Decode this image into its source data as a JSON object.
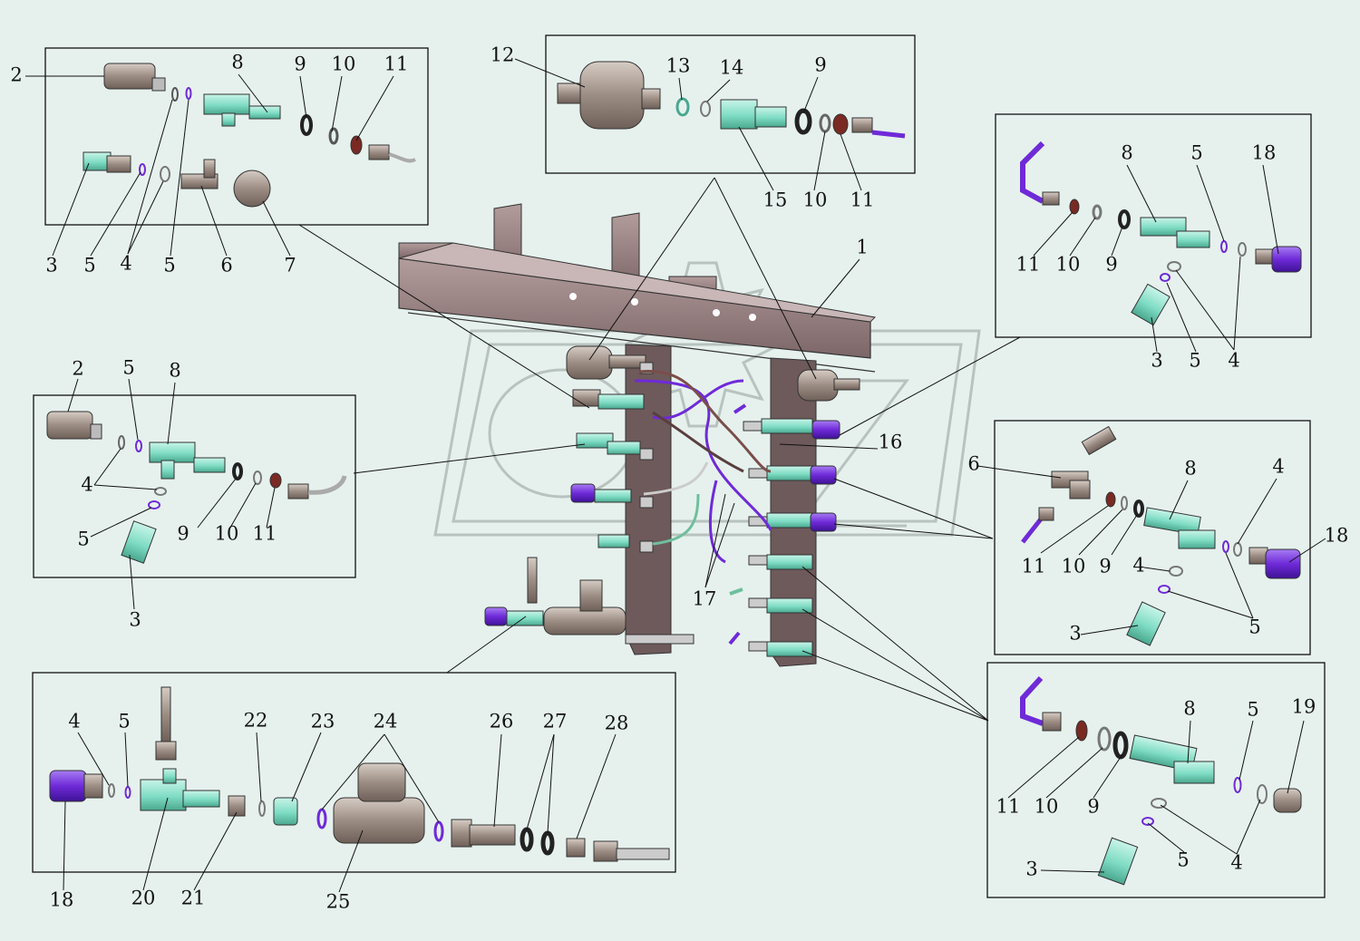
{
  "colors": {
    "background": "#e6f1ee",
    "frame": "#8e7778",
    "fitting": "#7fdcc4",
    "cap": "#6f2ad8",
    "metal": "#9c8d84",
    "ring": "#7a2a23"
  },
  "callouts": {
    "topleft": [
      "2",
      "8",
      "9",
      "10",
      "11",
      "3",
      "5",
      "4",
      "5",
      "6",
      "7"
    ],
    "topcenter": [
      "12",
      "13",
      "14",
      "9",
      "15",
      "10",
      "11"
    ],
    "right1": [
      "8",
      "5",
      "18",
      "11",
      "10",
      "9",
      "3",
      "5",
      "4"
    ],
    "center": [
      "1",
      "16",
      "17"
    ],
    "midleft": [
      "2",
      "5",
      "8",
      "4",
      "5",
      "9",
      "10",
      "11",
      "3"
    ],
    "right2": [
      "6",
      "8",
      "4",
      "18",
      "11",
      "10",
      "9",
      "4",
      "3",
      "5"
    ],
    "bottomleft": [
      "4",
      "5",
      "22",
      "23",
      "24",
      "26",
      "27",
      "28",
      "18",
      "20",
      "21",
      "25"
    ],
    "right3": [
      "8",
      "5",
      "19",
      "11",
      "10",
      "9",
      "5",
      "4",
      "3"
    ]
  }
}
